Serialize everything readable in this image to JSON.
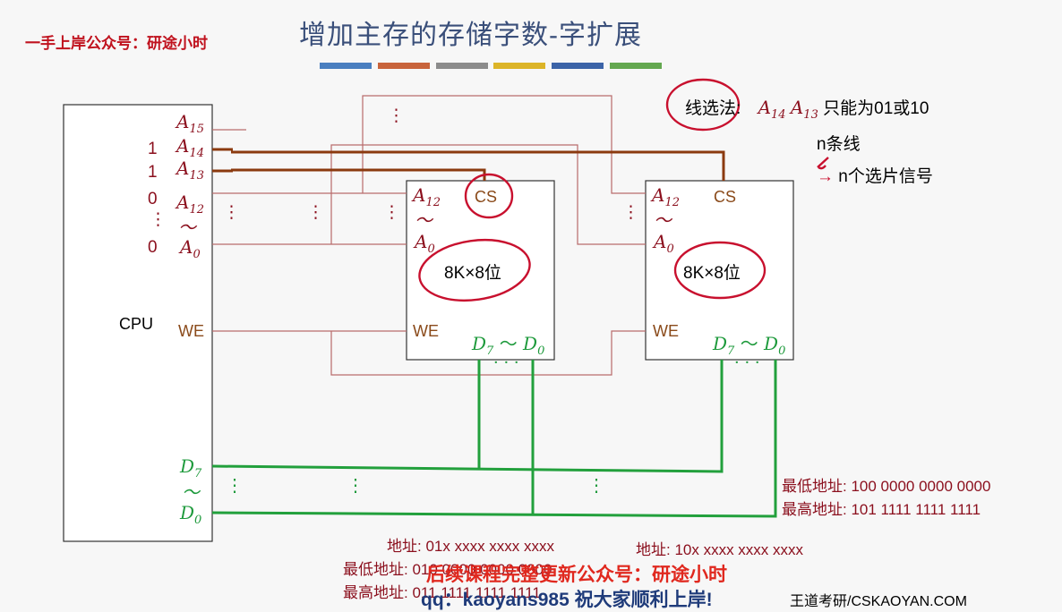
{
  "header": {
    "brand": "一手上岸公众号：研途小时",
    "title": "增加主存的存储字数-字扩展",
    "color_bars": [
      "#4a7fc0",
      "#c8643c",
      "#8c8c8c",
      "#dcb428",
      "#3c64a8",
      "#64a850"
    ]
  },
  "cpu": {
    "label": "CPU",
    "pins": {
      "a15": {
        "base": "A",
        "sub": "15"
      },
      "a14": {
        "base": "A",
        "sub": "14"
      },
      "a13": {
        "base": "A",
        "sub": "13"
      },
      "a12": {
        "base": "A",
        "sub": "12"
      },
      "tilde": "～",
      "a0": {
        "base": "A",
        "sub": "0"
      },
      "we": "WE",
      "d7": {
        "base": "D",
        "sub": "7"
      },
      "d0": {
        "base": "D",
        "sub": "0"
      }
    },
    "bits": {
      "a14": "1",
      "a13": "1",
      "a12": "0",
      "a0": "0",
      "vdots": "⋮"
    }
  },
  "chips": [
    {
      "a12": {
        "base": "A",
        "sub": "12"
      },
      "tilde": "～",
      "a0": {
        "base": "A",
        "sub": "0"
      },
      "cs": "CS",
      "size": "8K×8位",
      "we": "WE",
      "data": {
        "d7": {
          "base": "D",
          "sub": "7"
        },
        "tilde": "～",
        "d0": {
          "base": "D",
          "sub": "0"
        }
      },
      "dots": "· · ·"
    },
    {
      "a12": {
        "base": "A",
        "sub": "12"
      },
      "tilde": "～",
      "a0": {
        "base": "A",
        "sub": "0"
      },
      "cs": "CS",
      "size": "8K×8位",
      "we": "WE",
      "data": {
        "d7": {
          "base": "D",
          "sub": "7"
        },
        "tilde": "～",
        "d0": {
          "base": "D",
          "sub": "0"
        }
      },
      "dots": "· · ·"
    }
  ],
  "notes": {
    "line_select_label": "线选法:",
    "line_select_pins": {
      "a14": {
        "base": "A",
        "sub": "14"
      },
      "a13": {
        "base": "A",
        "sub": "13"
      }
    },
    "line_select_text": "只能为01或10",
    "n_lines": "n条线",
    "arrow": "→",
    "n_signals": "n个选片信号"
  },
  "addresses": {
    "chip2_low": "最低地址: 100 0000 0000 0000",
    "chip2_high": "最高地址: 101 1111 1111 1111",
    "chip1_addr": "地址: 01x xxxx xxxx xxxx",
    "chip2_addr": "地址: 10x xxxx xxxx xxxx",
    "chip1_low": "最低地址: 010 0000 0000 0000",
    "chip1_high": "最高地址: 011 1111 1111 1111"
  },
  "footer": {
    "promo1": "后续课程完整更新公众号：研途小时",
    "promo2": "qq：kaoyans985 祝大家顺利上岸!",
    "site": "王道考研/CSKAOYAN.COM"
  },
  "colors": {
    "address_line": "#b86b6b",
    "select_line": "#8b3a0f",
    "data_bus": "#22a03c",
    "annotation": "#c8102e",
    "label_red": "#8b0f1d"
  }
}
